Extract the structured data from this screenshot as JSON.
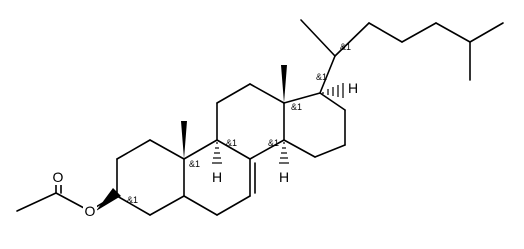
{
  "molecule": {
    "atoms": {
      "oxygen_carbonyl": "O",
      "oxygen_ester": "O",
      "hydrogen": "H"
    },
    "stereo_label": "&1"
  }
}
